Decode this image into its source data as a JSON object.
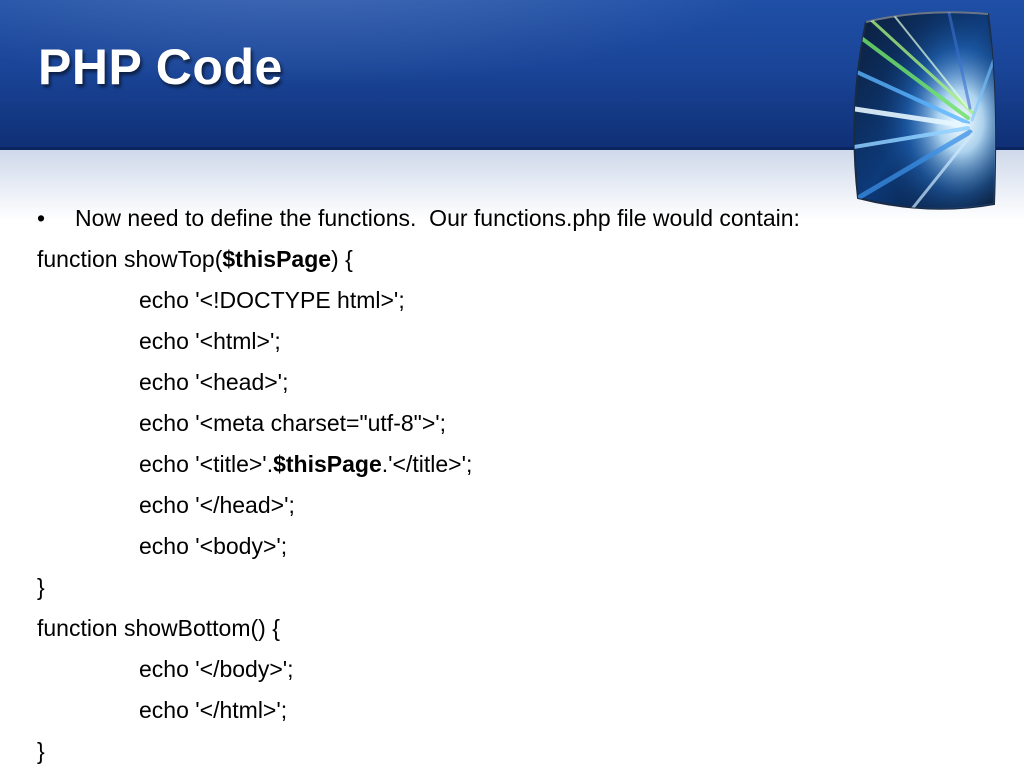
{
  "slide": {
    "title": "PHP Code",
    "bullet": {
      "marker": "•",
      "text": "Now need to define the functions.  Our functions.php file would contain:"
    },
    "code": {
      "fn1_open_pre": "function showTop(",
      "fn1_param": "$thisPage",
      "fn1_open_post": ") {",
      "fn1_lines": [
        "echo '<!DOCTYPE html>';",
        "echo '<html>';",
        "echo '<head>';",
        "echo '<meta charset=\"utf-8\">';"
      ],
      "title_line_pre": "echo '<title>'.",
      "title_line_var": "$thisPage",
      "title_line_post": ".'</title>';",
      "fn1_lines_after": [
        "echo '</head>';",
        "echo '<body>';"
      ],
      "close_brace": "}",
      "fn2_open": "function showBottom() {",
      "fn2_lines": [
        "echo '</body>';",
        "echo '</html>';"
      ],
      "close_brace_2": "}"
    }
  },
  "colors": {
    "header": "#1a4598",
    "title_text": "#ffffff",
    "body_text": "#000000"
  }
}
